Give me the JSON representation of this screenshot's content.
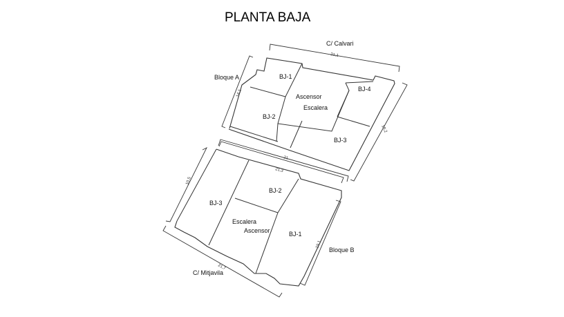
{
  "title": "PLANTA BAJA",
  "streets": {
    "top": "C/ Calvari",
    "bottom": "C/ Mitjavila"
  },
  "blocks": {
    "a": {
      "name": "Bloque A",
      "units": [
        "BJ-1",
        "BJ-2",
        "BJ-3",
        "BJ-4"
      ],
      "core": [
        "Ascensor",
        "Escalera"
      ],
      "dims": {
        "top": "21,1",
        "left": "14,1",
        "right": "18,2",
        "bottom": "21"
      }
    },
    "b": {
      "name": "Bloque B",
      "units": [
        "BJ-1",
        "BJ-2",
        "BJ-3"
      ],
      "core": [
        "Escalera",
        "Ascensor"
      ],
      "dims": {
        "top": "21,3",
        "left": "10,5",
        "right": "19,1",
        "bottom": "21,7"
      }
    }
  }
}
